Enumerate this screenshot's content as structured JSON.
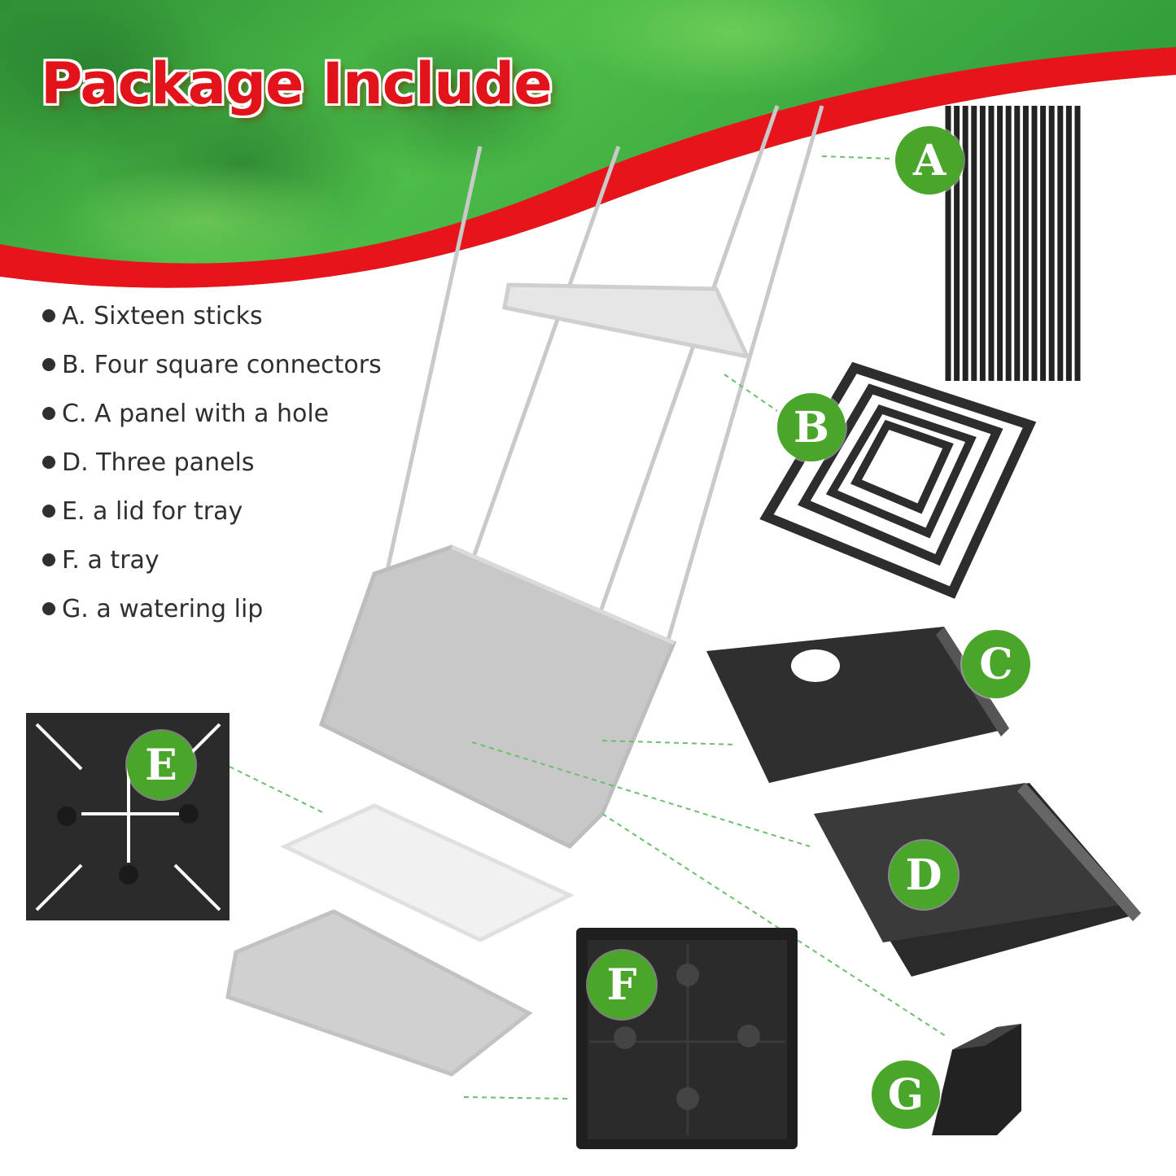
{
  "title": "Package Include",
  "items": [
    {
      "text": "A. Sixteen sticks"
    },
    {
      "text": "B. Four square connectors"
    },
    {
      "text": "C. A panel with a hole"
    },
    {
      "text": "D. Three panels"
    },
    {
      "text": "E. a lid for tray"
    },
    {
      "text": "F. a tray"
    },
    {
      "text": "G. a watering lip"
    }
  ],
  "badges": {
    "a": "A",
    "b": "B",
    "c": "C",
    "d": "D",
    "e": "E",
    "f": "F",
    "g": "G"
  },
  "colors": {
    "title": "#e2131b",
    "badge": "#4aa52b",
    "banner_green": "#2e9a3a",
    "wave_red": "#e8141c",
    "part_dark": "#2b2b2b",
    "ghost_gray": "#c8c8c8",
    "leader": "#5cb85c"
  }
}
